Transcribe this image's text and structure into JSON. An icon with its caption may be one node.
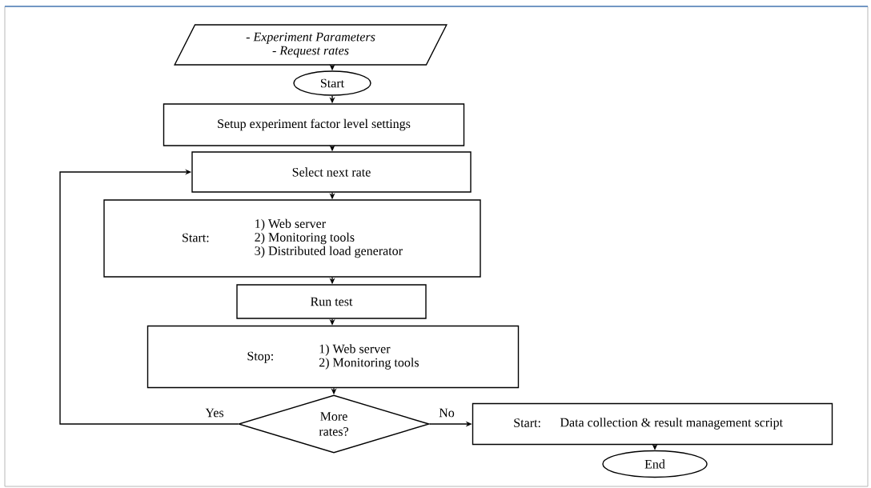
{
  "diagram": {
    "nodes": [
      {
        "text": [
          "- Experiment Parameters",
          "- Request rates"
        ]
      },
      {
        "text": [
          "Start"
        ]
      },
      {
        "text": [
          "Setup experiment factor level settings"
        ]
      },
      {
        "text": [
          "Select next rate"
        ]
      },
      {
        "text": [
          "Start:",
          "1) Web server",
          "2) Monitoring tools",
          "3) Distributed load generator"
        ]
      },
      {
        "text": [
          "Run test"
        ]
      },
      {
        "text": [
          "Stop:",
          "1) Web server",
          "2) Monitoring tools"
        ]
      },
      {
        "text": [
          "More rates?"
        ]
      },
      {
        "text": [
          "Start:",
          "Data collection & result management script"
        ]
      },
      {
        "text": [
          "End"
        ]
      }
    ],
    "edges": [
      {
        "from": 0,
        "to": 1,
        "arrow": "to"
      },
      {
        "from": 1,
        "to": 2,
        "arrow": "to"
      },
      {
        "from": 2,
        "to": 3,
        "arrow": "to"
      },
      {
        "from": 3,
        "to": 4,
        "arrow": "to"
      },
      {
        "from": 4,
        "to": 5,
        "arrow": "to"
      },
      {
        "from": 5,
        "to": 6,
        "arrow": "to"
      },
      {
        "from": 6,
        "to": 7,
        "arrow": "to"
      },
      {
        "from": 7,
        "to": 3,
        "arrow": "to",
        "label": "Yes"
      },
      {
        "from": 7,
        "to": 8,
        "arrow": "to",
        "label": "No"
      },
      {
        "from": 8,
        "to": 9,
        "arrow": "to"
      }
    ]
  }
}
